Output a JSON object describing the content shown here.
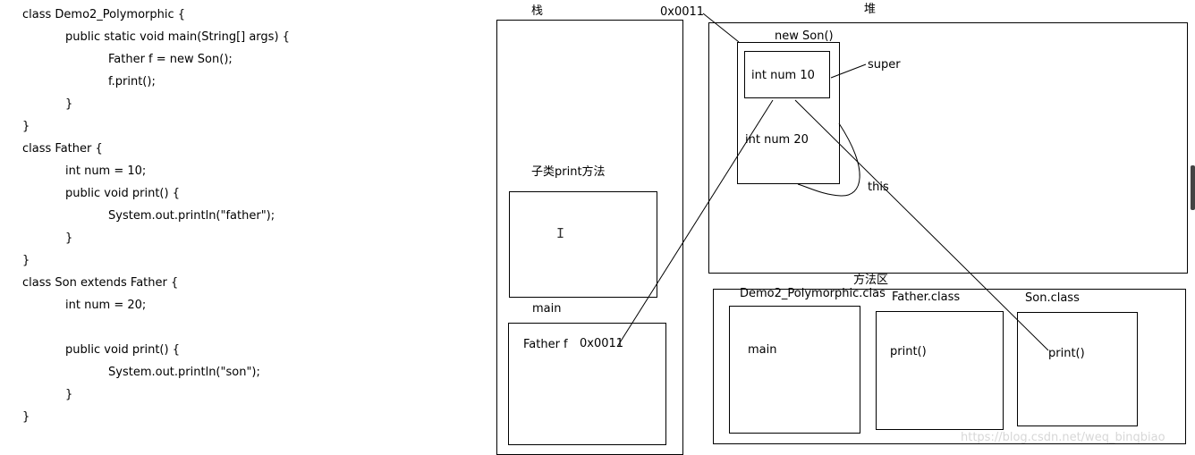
{
  "code": [
    {
      "indent": 0,
      "text": "class Demo2_Polymorphic {"
    },
    {
      "indent": 1,
      "text": "public static void main(String[] args) {"
    },
    {
      "indent": 2,
      "text": "Father f = new Son();"
    },
    {
      "indent": 2,
      "text": "f.print();"
    },
    {
      "indent": 1,
      "text": "}"
    },
    {
      "indent": 0,
      "text": "}"
    },
    {
      "indent": 0,
      "text": "class Father {"
    },
    {
      "indent": 1,
      "text": "int num = 10;"
    },
    {
      "indent": 1,
      "text": "public void print() {"
    },
    {
      "indent": 2,
      "text": "System.out.println(\"father\");"
    },
    {
      "indent": 1,
      "text": "}"
    },
    {
      "indent": 0,
      "text": "}"
    },
    {
      "indent": 0,
      "text": "class Son extends Father {"
    },
    {
      "indent": 1,
      "text": "int num = 20;"
    },
    {
      "indent": 1,
      "text": ""
    },
    {
      "indent": 1,
      "text": "public void print() {"
    },
    {
      "indent": 2,
      "text": "System.out.println(\"son\");"
    },
    {
      "indent": 1,
      "text": "}"
    },
    {
      "indent": 0,
      "text": "}"
    }
  ],
  "stack": {
    "title": "栈",
    "subclass_print_label": "子类print方法",
    "main_label": "main",
    "main_var": "Father f",
    "main_value": "0x0011"
  },
  "heap": {
    "title": "堆",
    "address": "0x0011",
    "object_label": "new Son()",
    "super_field": "int num 10",
    "son_field": "int num 20",
    "super_label": "super",
    "this_label": "this"
  },
  "method_area": {
    "title": "方法区",
    "classes": [
      {
        "name": "Demo2_Polymorphic.clas",
        "method": "main"
      },
      {
        "name": "Father.class",
        "method": "print()"
      },
      {
        "name": "Son.class",
        "method": "print()"
      }
    ]
  },
  "watermark": "https://blog.csdn.net/weq_binqbiao"
}
